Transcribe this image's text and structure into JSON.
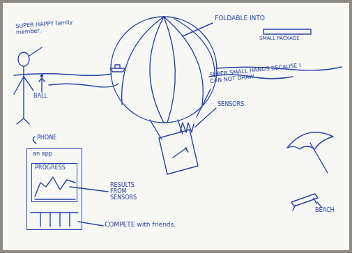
{
  "diagram": {
    "nodes": [
      {
        "text": [
          "PHONE",
          "an app"
        ]
      },
      {
        "text": [
          "PROGRESS"
        ],
        "in": 0
      }
    ],
    "labels": [
      "SUPER HAPPY family member.",
      "BALL",
      "FOLDABLE INTO",
      "SMALL PACKAGE",
      "SUPER SMALL HANDS BECAUSE I CAN NOT DRAW",
      "SENSORS.",
      "RESULTS FROM SENSORS",
      "COMPETE with friends.",
      "BEACH"
    ]
  }
}
